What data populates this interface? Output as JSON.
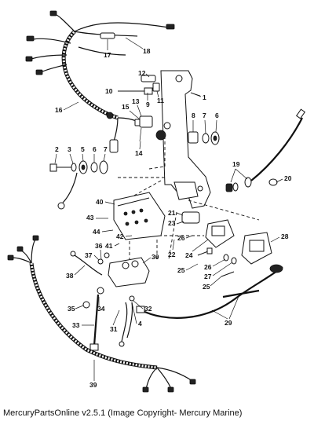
{
  "caption": "MercuryPartsOnline v2.5.1 (Image Copyright- Mercury Marine)",
  "callouts": [
    "1",
    "2",
    "3",
    "4",
    "5",
    "6",
    "7",
    "8",
    "9",
    "10",
    "11",
    "12",
    "13",
    "14",
    "15",
    "16",
    "17",
    "18",
    "19",
    "20",
    "21",
    "22",
    "23",
    "24",
    "25",
    "26",
    "27",
    "28",
    "29",
    "30",
    "31",
    "32",
    "33",
    "34",
    "35",
    "36",
    "37",
    "38",
    "39",
    "40",
    "41",
    "42",
    "43",
    "44"
  ]
}
